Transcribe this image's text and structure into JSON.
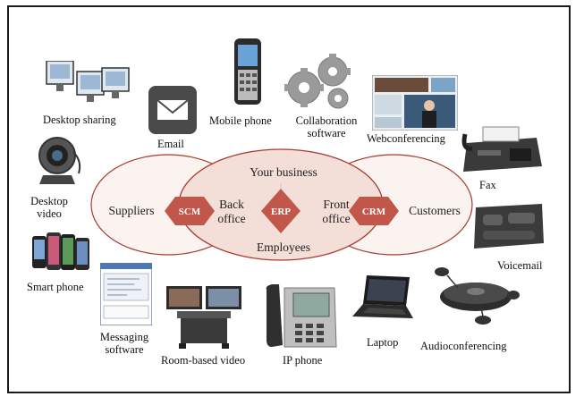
{
  "devices": {
    "desktop_sharing": "Desktop sharing",
    "email": "Email",
    "mobile_phone": "Mobile phone",
    "collaboration_1": "Collaboration",
    "collaboration_2": "software",
    "webconferencing": "Webconferencing",
    "desktop_video_1": "Desktop",
    "desktop_video_2": "video",
    "fax": "Fax",
    "smart_phone": "Smart phone",
    "voicemail": "Voicemail",
    "messaging_1": "Messaging",
    "messaging_2": "software",
    "room_video": "Room-based video",
    "ip_phone": "IP phone",
    "laptop": "Laptop",
    "audioconferencing": "Audioconferencing"
  },
  "diagram": {
    "your_business": "Your business",
    "suppliers": "Suppliers",
    "customers": "Customers",
    "employees": "Employees",
    "back_office_1": "Back",
    "back_office_2": "office",
    "front_office_1": "Front",
    "front_office_2": "office",
    "scm": "SCM",
    "erp": "ERP",
    "crm": "CRM"
  },
  "colors": {
    "ellipse_fill": "#f3ded8",
    "ellipse_stroke": "#a83a2e",
    "badge": "#c0574a"
  }
}
